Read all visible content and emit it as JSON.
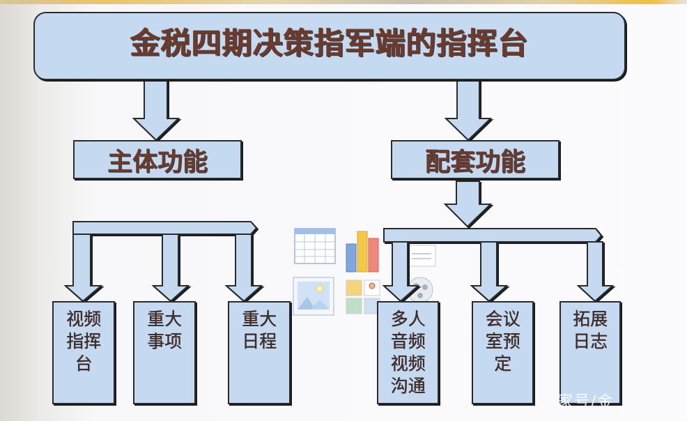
{
  "title": "金税四期决策指军端的指挥台",
  "sections": {
    "main": {
      "label": "主体功能",
      "items": [
        {
          "lines": [
            "视频",
            "指挥",
            "台"
          ]
        },
        {
          "lines": [
            "重大",
            "事项"
          ]
        },
        {
          "lines": [
            "重大",
            "日程"
          ]
        }
      ]
    },
    "support": {
      "label": "配套功能",
      "items": [
        {
          "lines": [
            "多人",
            "音频",
            "视频",
            "沟通"
          ]
        },
        {
          "lines": [
            "会议",
            "室预",
            "定"
          ]
        },
        {
          "lines": [
            "拓展",
            "日志"
          ]
        }
      ]
    }
  },
  "decorative_icons": [
    "table-icon",
    "bar-chart-icon",
    "picture-icon",
    "clip-art-icon",
    "document-icon",
    "film-reel-icon"
  ],
  "watermark": "家号/金",
  "colors": {
    "box_fill": "#c5daf0",
    "box_border": "#2a2a2a",
    "heading_text": "#6b3a2a",
    "leaf_text": "#3a3030"
  }
}
